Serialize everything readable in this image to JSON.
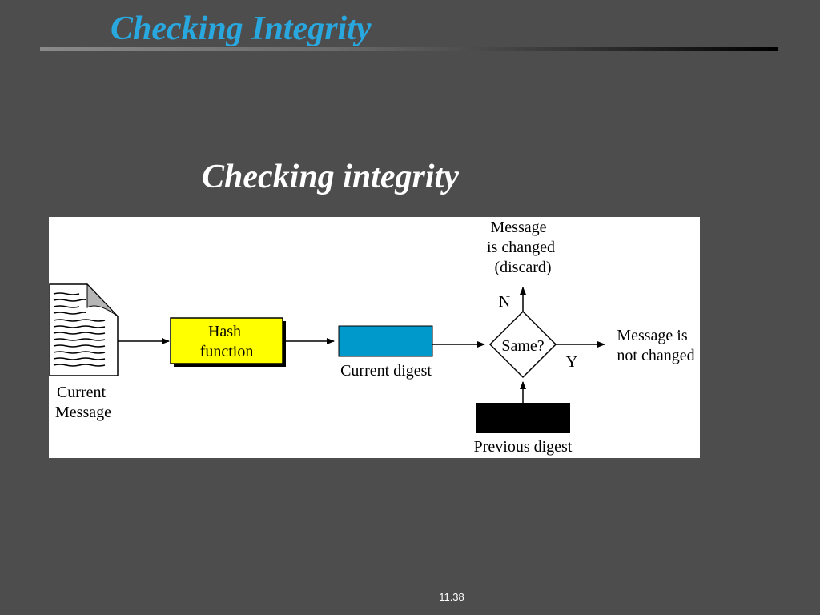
{
  "slide": {
    "title": "Checking Integrity",
    "page_number": "11.38"
  },
  "figure": {
    "title": "Checking integrity",
    "nodes": {
      "current_message": [
        "Current",
        "Message"
      ],
      "hash_function": [
        "Hash",
        "function"
      ],
      "current_digest": "Current digest",
      "decision": "Same?",
      "previous_digest": "Previous digest",
      "changed_outcome": [
        "Message",
        "is changed",
        "(discard)"
      ],
      "unchanged_outcome": [
        "Message is",
        "not changed"
      ]
    },
    "edges": {
      "no_label": "N",
      "yes_label": "Y"
    },
    "colors": {
      "hash_function_fill": "#ffff00",
      "current_digest_fill": "#0099cc",
      "previous_digest_fill": "#000000"
    }
  }
}
